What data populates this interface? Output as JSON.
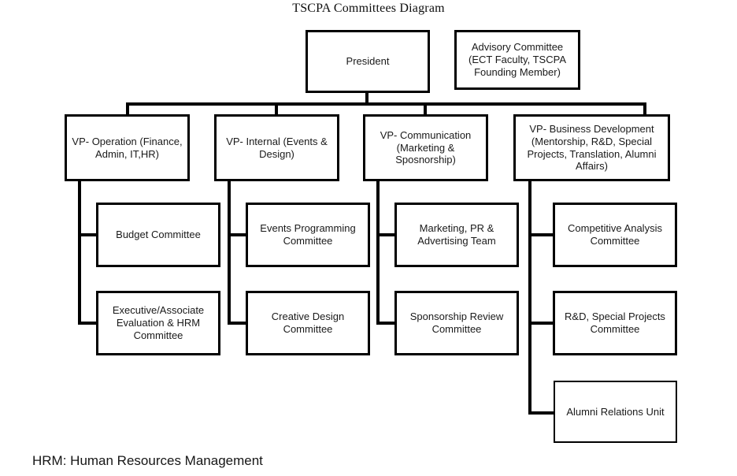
{
  "title": "TSCPA Committees Diagram",
  "footer_note": "HRM: Human Resources Management",
  "colors": {
    "background": "#ffffff",
    "box_border": "#000000",
    "connector": "#000000",
    "text": "#1a1a1a",
    "title_text": "#0d0d0d"
  },
  "chart_data": {
    "type": "diagram",
    "subtype": "organizational-chart",
    "title": "TSCPA Committees Diagram",
    "orientation": "top-down",
    "levels": 3,
    "nodes": [
      {
        "id": "president",
        "label": "President",
        "level": 0
      },
      {
        "id": "advisory",
        "label": "Advisory Committee (ECT Faculty, TSCPA Founding Member)",
        "level": 0,
        "detached": true
      },
      {
        "id": "vp_operation",
        "label": "VP- Operation (Finance, Admin, IT,HR)",
        "level": 1,
        "parent": "president"
      },
      {
        "id": "vp_internal",
        "label": "VP- Internal (Events & Design)",
        "level": 1,
        "parent": "president"
      },
      {
        "id": "vp_communication",
        "label": "VP- Communication (Marketing & Sposnorship)",
        "level": 1,
        "parent": "president"
      },
      {
        "id": "vp_business",
        "label": "VP- Business Development (Mentorship, R&D, Special Projects, Translation, Alumni Affairs)",
        "level": 1,
        "parent": "president"
      },
      {
        "id": "budget",
        "label": "Budget Committee",
        "level": 2,
        "parent": "vp_operation"
      },
      {
        "id": "exec_eval",
        "label": "Executive/Associate Evaluation & HRM Committee",
        "level": 2,
        "parent": "vp_operation"
      },
      {
        "id": "events_prog",
        "label": "Events Programming Committee",
        "level": 2,
        "parent": "vp_internal"
      },
      {
        "id": "creative_design",
        "label": "Creative Design Committee",
        "level": 2,
        "parent": "vp_internal"
      },
      {
        "id": "marketing_pr",
        "label": "Marketing, PR & Advertising Team",
        "level": 2,
        "parent": "vp_communication"
      },
      {
        "id": "sponsorship_review",
        "label": "Sponsorship Review Committee",
        "level": 2,
        "parent": "vp_communication"
      },
      {
        "id": "competitive_analysis",
        "label": "Competitive Analysis Committee",
        "level": 2,
        "parent": "vp_business"
      },
      {
        "id": "rnd_special",
        "label": "R&D, Special Projects Committee",
        "level": 2,
        "parent": "vp_business"
      },
      {
        "id": "alumni_relations",
        "label": "Alumni Relations Unit",
        "level": 2,
        "parent": "vp_business"
      }
    ],
    "edges": [
      {
        "from": "president",
        "to": "vp_operation"
      },
      {
        "from": "president",
        "to": "vp_internal"
      },
      {
        "from": "president",
        "to": "vp_communication"
      },
      {
        "from": "president",
        "to": "vp_business"
      },
      {
        "from": "vp_operation",
        "to": "budget"
      },
      {
        "from": "vp_operation",
        "to": "exec_eval"
      },
      {
        "from": "vp_internal",
        "to": "events_prog"
      },
      {
        "from": "vp_internal",
        "to": "creative_design"
      },
      {
        "from": "vp_communication",
        "to": "marketing_pr"
      },
      {
        "from": "vp_communication",
        "to": "sponsorship_review"
      },
      {
        "from": "vp_business",
        "to": "competitive_analysis"
      },
      {
        "from": "vp_business",
        "to": "rnd_special"
      },
      {
        "from": "vp_business",
        "to": "alumni_relations"
      }
    ]
  },
  "top": {
    "president": "President",
    "advisory": "Advisory Committee (ECT Faculty, TSCPA Founding Member)"
  },
  "vps": [
    {
      "label": "VP- Operation (Finance, Admin, IT,HR)"
    },
    {
      "label": "VP- Internal (Events & Design)"
    },
    {
      "label": "VP- Communication (Marketing & Sposnorship)"
    },
    {
      "label": "VP- Business Development (Mentorship, R&D, Special Projects, Translation, Alumni Affairs)"
    }
  ],
  "committees": {
    "operation": [
      {
        "label": "Budget Committee"
      },
      {
        "label": "Executive/Associate Evaluation & HRM Committee"
      }
    ],
    "internal": [
      {
        "label": "Events Programming Committee"
      },
      {
        "label": "Creative Design Committee"
      }
    ],
    "communication": [
      {
        "label": "Marketing, PR & Advertising Team"
      },
      {
        "label": "Sponsorship Review Committee"
      }
    ],
    "business": [
      {
        "label": "Competitive Analysis Committee"
      },
      {
        "label": "R&D, Special Projects Committee"
      },
      {
        "label": "Alumni Relations Unit"
      }
    ]
  }
}
